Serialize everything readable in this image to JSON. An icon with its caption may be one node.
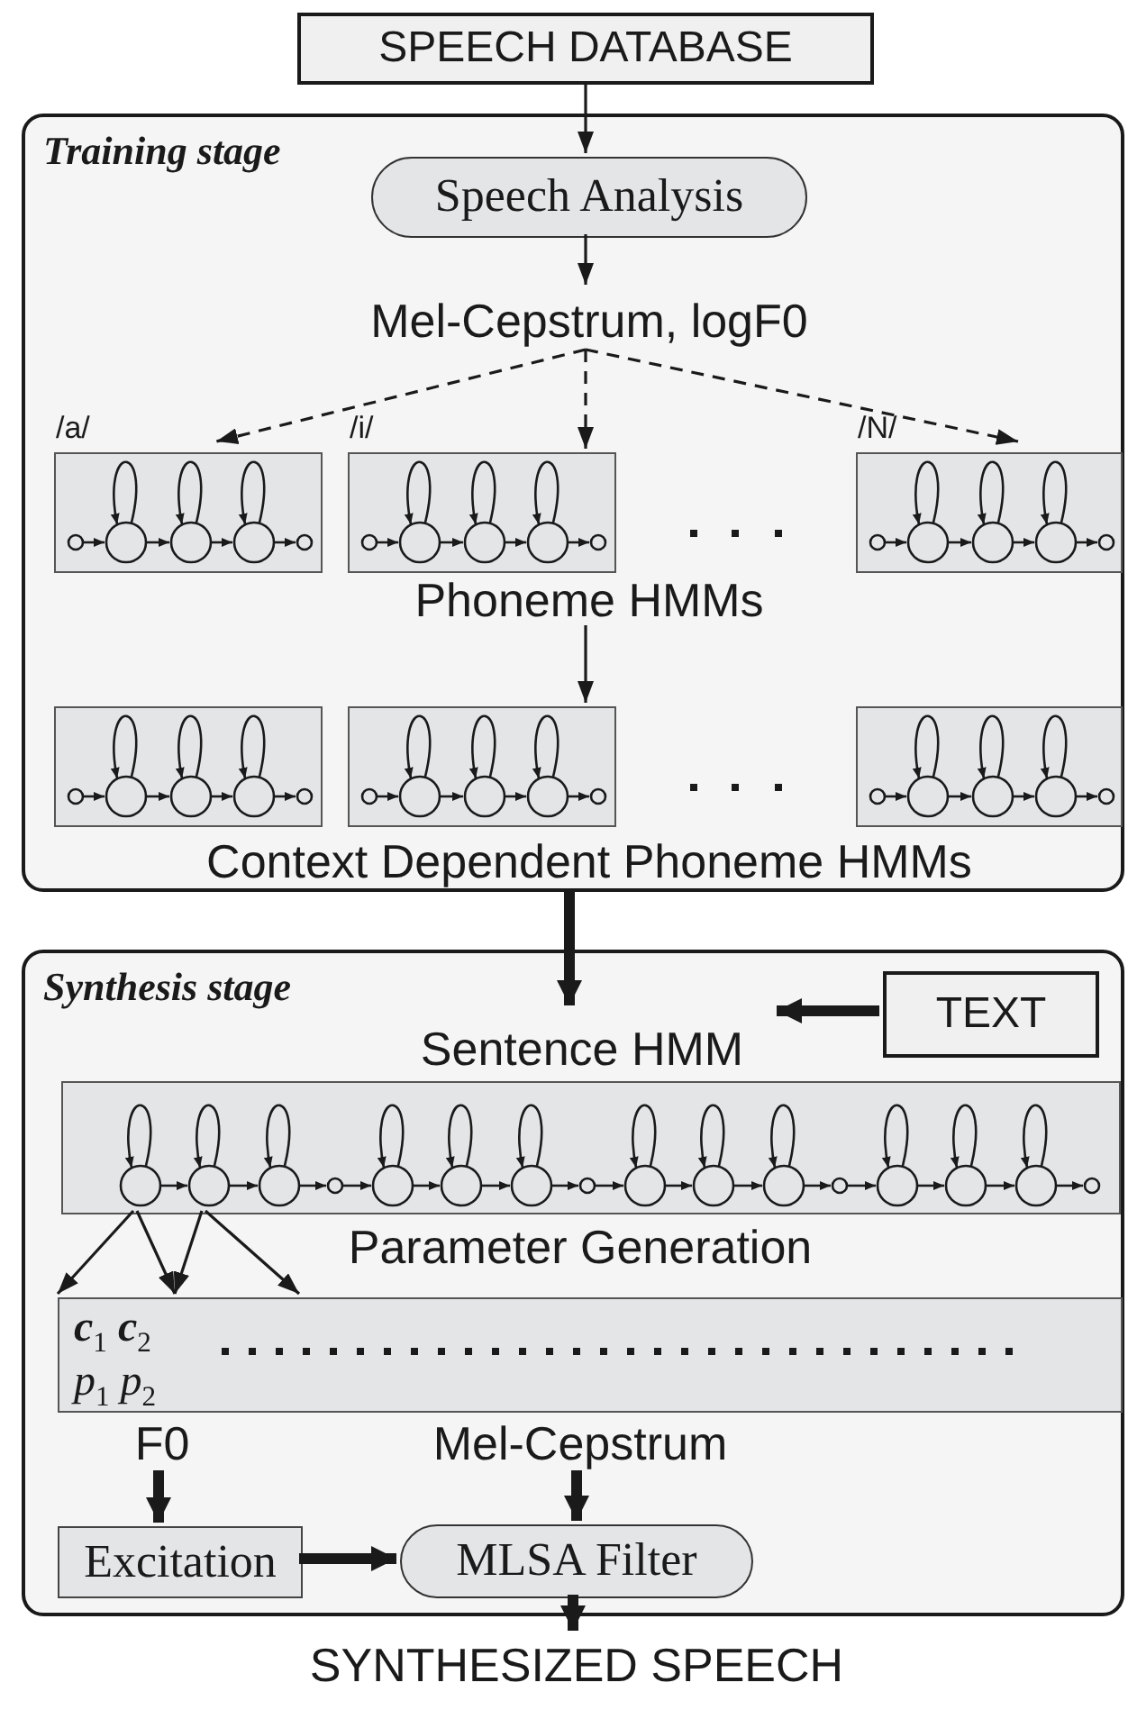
{
  "diagram": {
    "nodes": [
      {
        "text": [
          "SPEECH DATABASE"
        ]
      },
      {
        "text": [
          "Training stage"
        ]
      },
      {
        "text": [
          "Speech Analysis"
        ],
        "in": 1
      },
      {
        "text": [
          "Mel-Cepstrum, logF0"
        ],
        "in": 1
      },
      {
        "text": [],
        "shape": "box",
        "in": 1,
        "beside": [
          "/a/"
        ]
      },
      {
        "text": [],
        "shape": "box",
        "in": 1,
        "beside": [
          "/i/"
        ]
      },
      {
        "text": [],
        "shape": "box",
        "in": 1,
        "beside": [
          "/N/"
        ]
      },
      {
        "text": [
          "Phoneme HMMs"
        ],
        "in": 1
      },
      {
        "text": [],
        "shape": "box",
        "in": 1
      },
      {
        "text": [],
        "shape": "box",
        "in": 1
      },
      {
        "text": [],
        "shape": "box",
        "in": 1
      },
      {
        "text": [
          "Context Dependent Phoneme HMMs"
        ],
        "in": 1
      },
      {
        "text": [
          "Synthesis stage"
        ]
      },
      {
        "text": [
          "Sentence HMM"
        ],
        "in": 12
      },
      {
        "text": [
          "TEXT"
        ],
        "in": 12
      },
      {
        "text": [],
        "shape": "box",
        "in": 12
      },
      {
        "text": [
          "Parameter Generation"
        ],
        "in": 12
      },
      {
        "text": [
          "**c**$_{1}$ **c**$_{2}$",
          "*p*$_{1}$ *p*$_{2}$"
        ],
        "in": 12
      },
      {
        "text": [
          "F0"
        ],
        "in": 12
      },
      {
        "text": [
          "Mel-Cepstrum"
        ],
        "in": 12
      },
      {
        "text": [
          "Excitation"
        ],
        "in": 12
      },
      {
        "text": [
          "MLSA Filter"
        ],
        "in": 12
      },
      {
        "text": [
          "SYNTHESIZED SPEECH"
        ]
      }
    ],
    "edges": [
      {
        "from": 0,
        "to": 2,
        "arrow": "to"
      },
      {
        "from": 2,
        "to": 3,
        "arrow": "to"
      },
      {
        "from": 3,
        "to": 4,
        "arrow": "to",
        "style": "dashed"
      },
      {
        "from": 3,
        "to": 5,
        "arrow": "to",
        "style": "dashed"
      },
      {
        "from": 3,
        "to": 6,
        "arrow": "to",
        "style": "dashed"
      },
      {
        "from": 7,
        "to": 9,
        "arrow": "to"
      },
      {
        "from": 1,
        "to": 13,
        "arrow": "to",
        "style": "thick"
      },
      {
        "from": 14,
        "to": 13,
        "arrow": "to",
        "style": "thick"
      },
      {
        "from": 15,
        "to": 17,
        "arrow": "to"
      },
      {
        "from": 15,
        "to": 17,
        "arrow": "to"
      },
      {
        "from": 15,
        "to": 17,
        "arrow": "to"
      },
      {
        "from": 15,
        "to": 17,
        "arrow": "to"
      },
      {
        "from": 18,
        "to": 20,
        "arrow": "to",
        "style": "thick"
      },
      {
        "from": 19,
        "to": 21,
        "arrow": "to",
        "style": "thick"
      },
      {
        "from": 20,
        "to": 21,
        "arrow": "to",
        "style": "thick"
      },
      {
        "from": 21,
        "to": 22,
        "arrow": "to",
        "style": "thick"
      }
    ]
  }
}
